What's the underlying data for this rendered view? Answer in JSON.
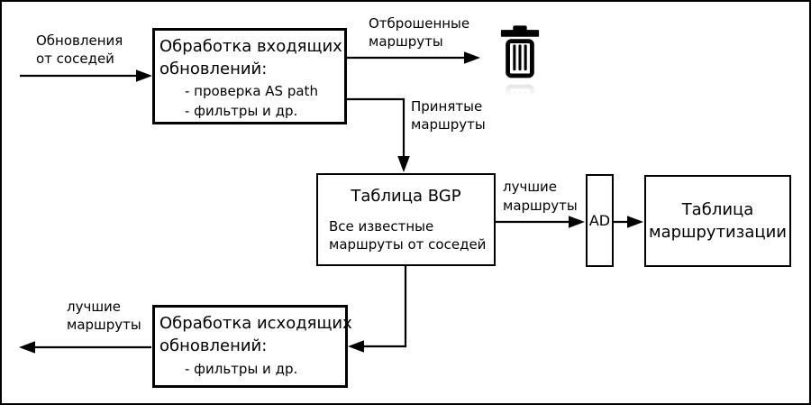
{
  "colors": {
    "ink": "#000000",
    "background": "#ffffff"
  },
  "labels": {
    "updates_from_neighbors": "Обновления\nот соседей",
    "discarded_routes": "Отброшенные\nмаршруты",
    "accepted_routes": "Принятые\nмаршруты",
    "best_routes_to_routing_table": "лучшие\nмаршруты",
    "best_routes_outgoing": "лучшие\nмаршруты"
  },
  "boxes": {
    "incoming": {
      "title": "Обработка входящих\nобновлений:",
      "items": [
        "- проверка AS path",
        "- фильтры и др."
      ]
    },
    "bgp": {
      "title": "Таблица BGP",
      "subtitle": "Все известные\nмаршруты от соседей"
    },
    "ad": {
      "label": "AD"
    },
    "routing": {
      "title": "Таблица\nмаршрутизации"
    },
    "outgoing": {
      "title": "Обработка исходящих\nобновлений:",
      "items": [
        "- фильтры и др."
      ]
    }
  },
  "icons": {
    "trash_bin": "trash-icon"
  }
}
